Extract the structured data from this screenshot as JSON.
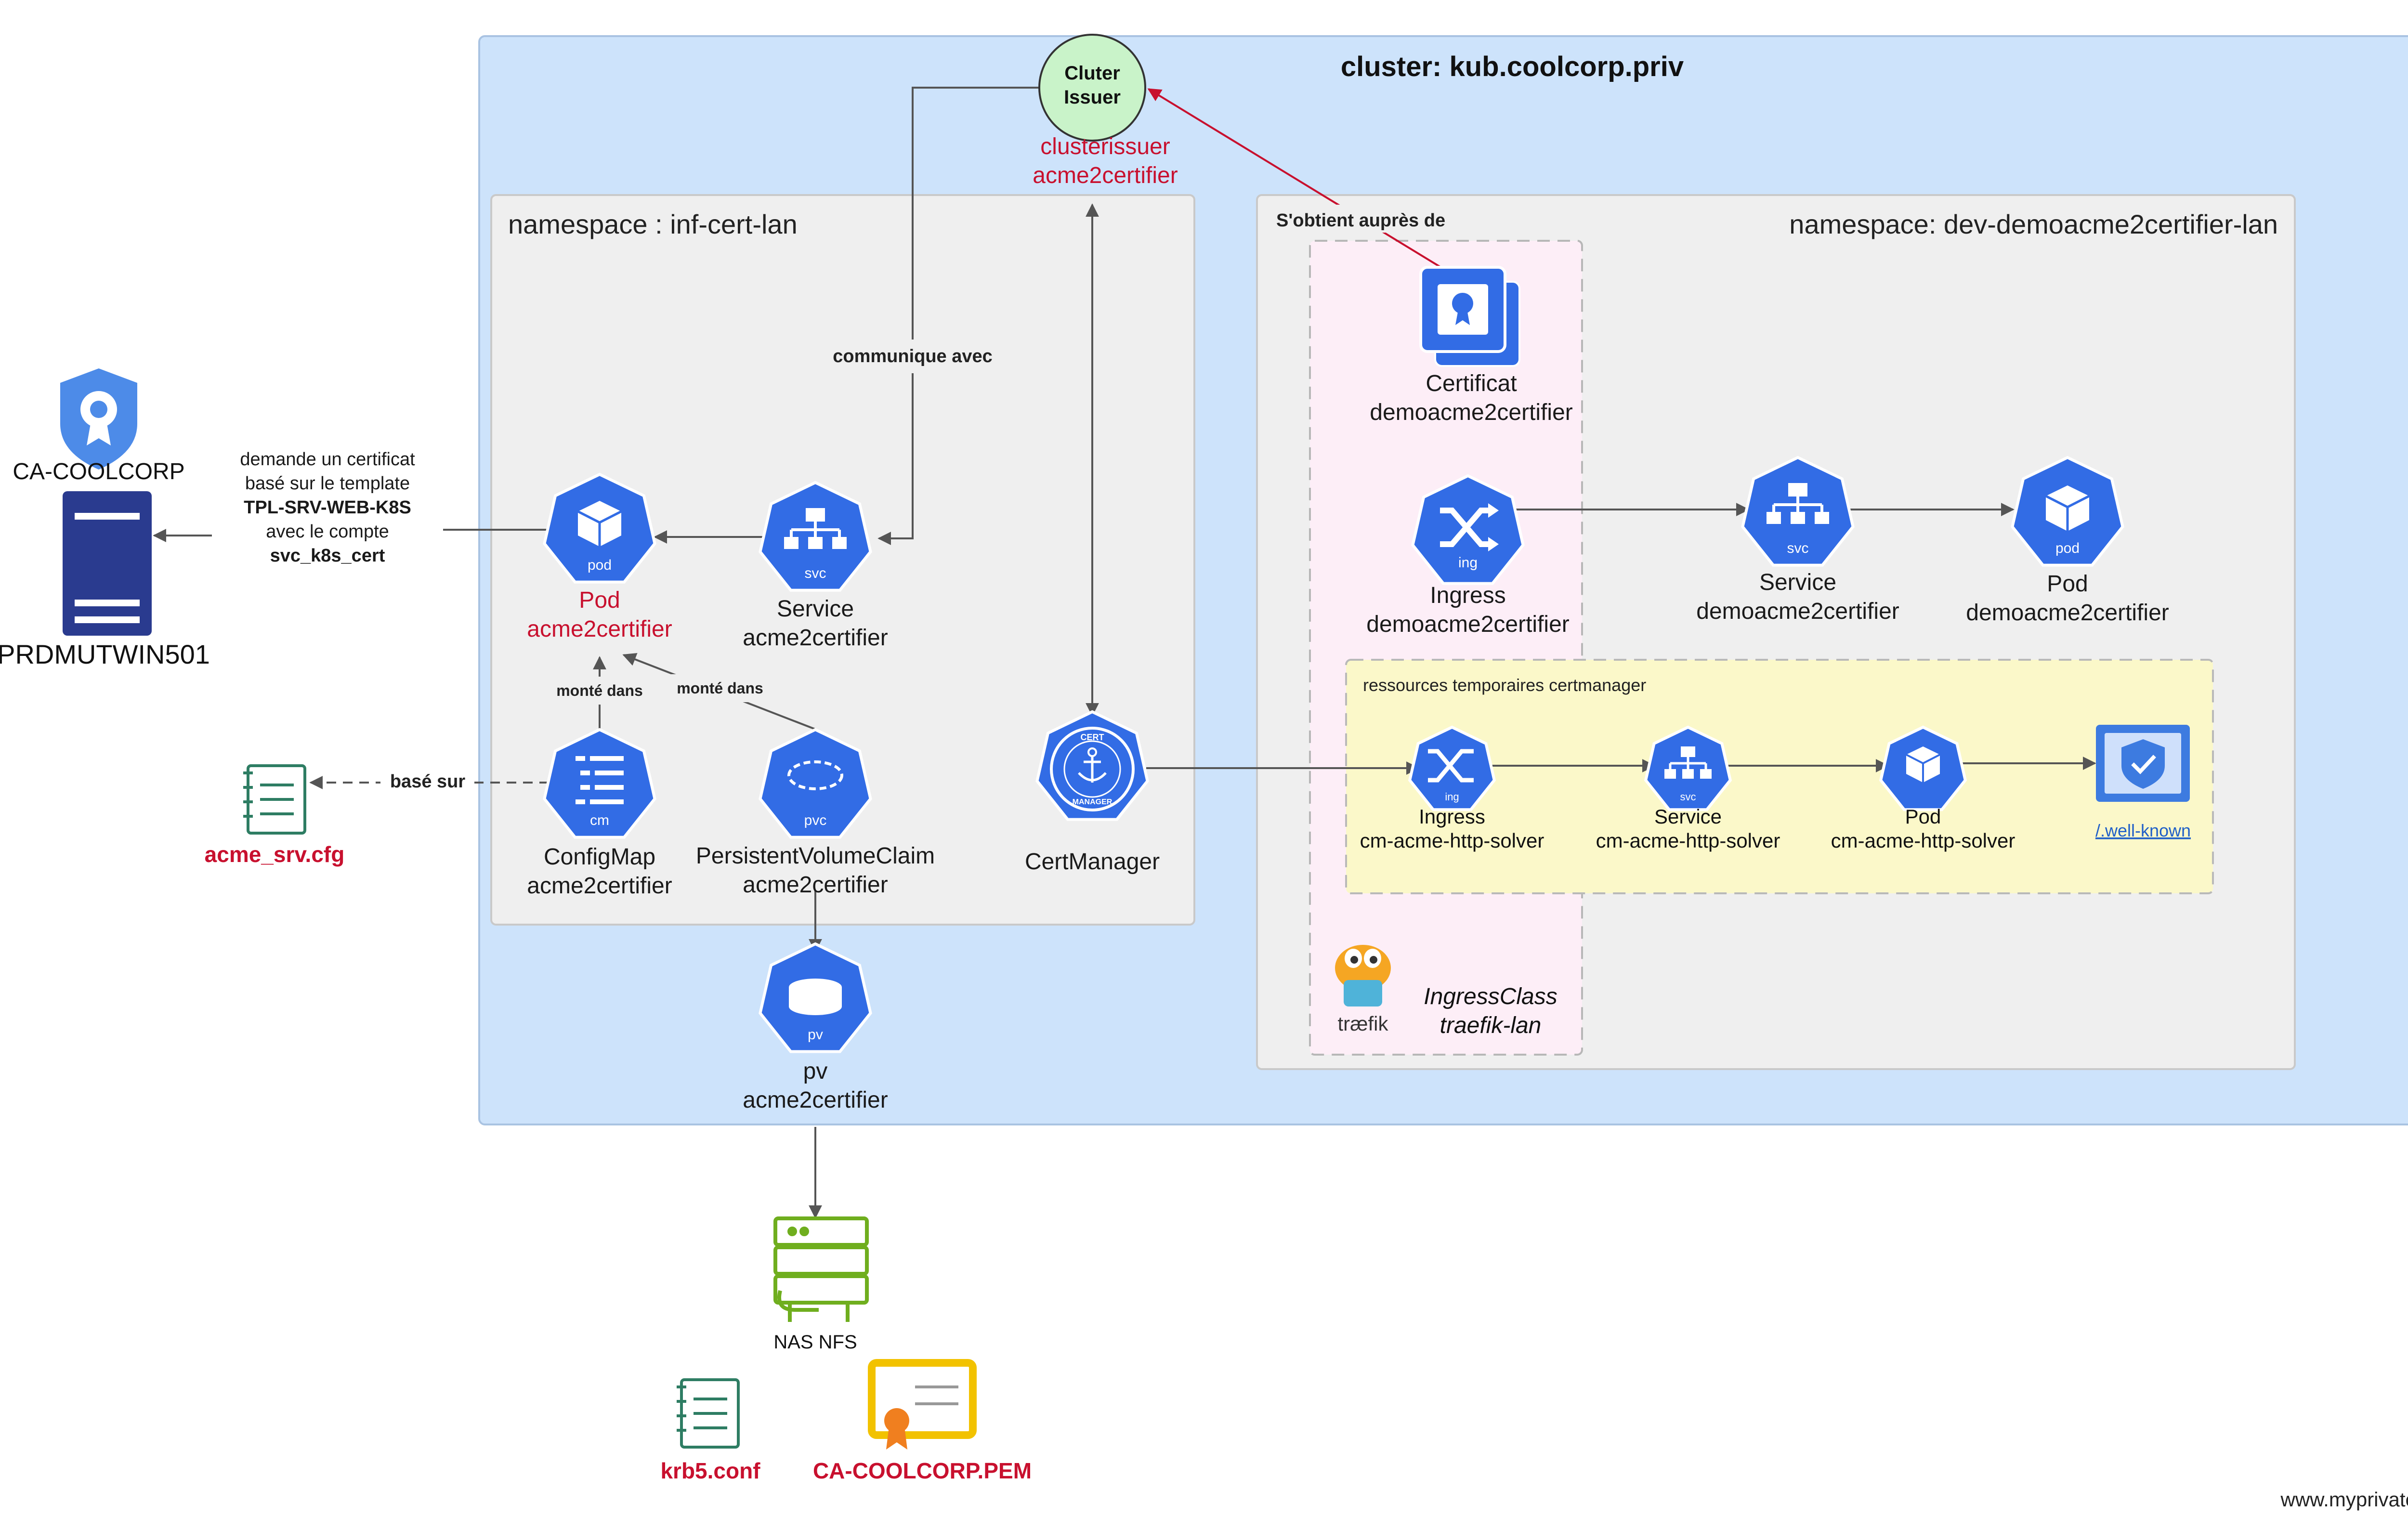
{
  "cluster": {
    "title": "cluster:  kub.coolcorp.priv"
  },
  "issuer": {
    "node_line1": "Cluter",
    "node_line2": "Issuer",
    "kind": "clusterissuer",
    "name": "acme2certifier"
  },
  "ca": {
    "name": "CA-COOLCORP"
  },
  "server": {
    "name": "PRDMUTWIN501"
  },
  "request_note": {
    "line1": "demande un certificat",
    "line2": "basé sur le template",
    "template": "TPL-SRV-WEB-K8S",
    "line4": "avec le compte",
    "account": "svc_k8s_cert"
  },
  "ns_inf": {
    "title": "namespace : inf-cert-lan",
    "pod": {
      "tag": "pod",
      "kind": "Pod",
      "name": "acme2certifier"
    },
    "service": {
      "tag": "svc",
      "kind": "Service",
      "name": "acme2certifier"
    },
    "configmap": {
      "tag": "cm",
      "kind": "ConfigMap",
      "name": "acme2certifier"
    },
    "pvc": {
      "tag": "pvc",
      "kind": "PersistentVolumeClaim",
      "name": "acme2certifier"
    },
    "certmanager": {
      "name": "CertManager",
      "badge_top": "CERT",
      "badge_bottom": "MANAGER"
    }
  },
  "edges": {
    "communicates": "communique avec",
    "mounted1": "monté dans",
    "mounted2": "monté dans",
    "based_on": "basé sur",
    "obtained_from": "S'obtient auprès de"
  },
  "config_file": {
    "name": "acme_srv.cfg"
  },
  "pv": {
    "tag": "pv",
    "kind": "pv",
    "name": "acme2certifier"
  },
  "nas": {
    "name": "NAS NFS"
  },
  "files": {
    "krb5": "krb5.conf",
    "pem": "CA-COOLCORP.PEM"
  },
  "ns_dev": {
    "title": "namespace: dev-demoacme2certifier-lan",
    "certificate": {
      "kind": "Certificat",
      "name": "demoacme2certifier"
    },
    "ingress": {
      "tag": "ing",
      "kind": "Ingress",
      "name": "demoacme2certifier"
    },
    "service": {
      "tag": "svc",
      "kind": "Service",
      "name": "demoacme2certifier"
    },
    "pod": {
      "tag": "pod",
      "kind": "Pod",
      "name": "demoacme2certifier"
    },
    "temp": {
      "title": "ressources temporaires certmanager",
      "ingress": {
        "tag": "ing",
        "kind": "Ingress",
        "name": "cm-acme-http-solver"
      },
      "service": {
        "tag": "svc",
        "kind": "Service",
        "name": "cm-acme-http-solver"
      },
      "pod": {
        "kind": "Pod",
        "name": "cm-acme-http-solver"
      },
      "wellknown": "/.well-known"
    },
    "ingressclass": {
      "kind": "IngressClass",
      "name": "traefik-lan",
      "logo_text": "træfik"
    }
  },
  "watermark": "www.myprivatelab.tech",
  "colors": {
    "k8s_blue": "#326ce5",
    "cluster_bg": "#cde3fb",
    "namespace_bg": "#efefef",
    "temp_bg": "#fbf8c9",
    "pink_bg": "#fdeef7",
    "accent_red": "#c8102e",
    "nas_green": "#6fae1e"
  }
}
